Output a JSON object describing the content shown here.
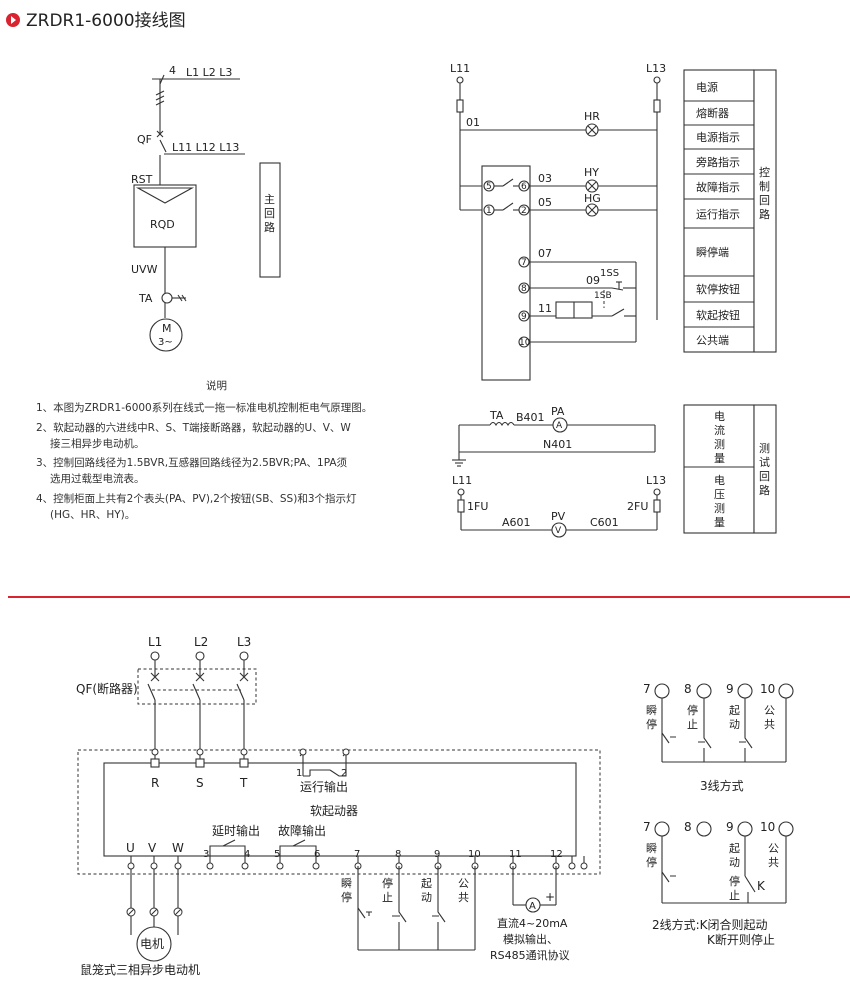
{
  "header": {
    "title": "ZRDR1-6000接线图",
    "accent": "#d9232e"
  },
  "main_circuit": {
    "top_num": "4",
    "top_lines": "L1 L2 L3",
    "qf": "QF",
    "qf_out": "L11 L12 L13",
    "rst": "RST",
    "rqd": "RQD",
    "uvw": "UVW",
    "ta": "TA",
    "motor": "M",
    "motor_sub": "3~",
    "label_chars": [
      "主",
      "回",
      "路"
    ]
  },
  "control_circuit": {
    "l11": "L11",
    "l13": "L13",
    "n01": "01",
    "hr": "HR",
    "hy": "HY",
    "hg": "HG",
    "n03": "03",
    "n05": "05",
    "n07": "07",
    "n09": "09",
    "n11": "11",
    "s1ss": "1SS",
    "s1sb": "1SB",
    "terms": [
      "5",
      "6",
      "1",
      "2",
      "7",
      "8",
      "9",
      "10"
    ],
    "legend": [
      "电源",
      "熔断器",
      "电源指示",
      "旁路指示",
      "故障指示",
      "运行指示",
      "瞬停端",
      "软停按钮",
      "软起按钮",
      "公共端"
    ],
    "side_chars": [
      "控",
      "制",
      "回",
      "路"
    ]
  },
  "measure_circuit": {
    "ta": "TA",
    "b401": "B401",
    "pa": "PA",
    "ammeter": "A",
    "n401": "N401",
    "l11": "L11",
    "l13": "L13",
    "fu1": "1FU",
    "fu2": "2FU",
    "a601": "A601",
    "pv": "PV",
    "voltmeter": "V",
    "c601": "C601",
    "legend1": [
      "电",
      "流",
      "测",
      "量"
    ],
    "legend2": [
      "电",
      "压",
      "测",
      "量"
    ],
    "side_chars": [
      "测",
      "试",
      "回",
      "路"
    ]
  },
  "notes": {
    "heading": "说明",
    "items": [
      {
        "line1": "1、本图为ZRDR1-6000系列在线式一拖一标准电机控制柜电气原理图。",
        "line2": ""
      },
      {
        "line1": "2、软起动器的六进线中R、S、T端接断路器，软起动器的U、V、W",
        "line2": "接三相异步电动机。"
      },
      {
        "line1": "3、控制回路线径为1.5BVR,互感器回路线径为2.5BVR;PA、1PA须",
        "line2": "选用过载型电流表。"
      },
      {
        "line1": "4、控制柜面上共有2个表头(PA、PV),2个按钮(SB、SS)和3个指示灯",
        "line2": "(HG、HR、HY)。"
      }
    ]
  },
  "wiring": {
    "l1": "L1",
    "l2": "L2",
    "l3": "L3",
    "qf": "QF(断路器)",
    "r": "R",
    "s": "S",
    "t": "T",
    "t1": "1",
    "t2": "2",
    "run_out": "运行输出",
    "soft_starter": "软起动器",
    "delay_out": "延时输出",
    "fault_out": "故障输出",
    "u": "U",
    "v": "V",
    "w": "W",
    "nums_bottom": [
      "3",
      "4",
      "5",
      "6",
      "7",
      "8",
      "9",
      "10",
      "11",
      "12"
    ],
    "motor": "电机",
    "motor_caption": "鼠笼式三相异步电动机",
    "btn_stop_inst": [
      "瞬",
      "停"
    ],
    "btn_stop": [
      "停",
      "止"
    ],
    "btn_start": [
      "起",
      "动"
    ],
    "btn_common": [
      "公",
      "共"
    ],
    "ammeter": "A",
    "plus": "+",
    "analog1": "直流4~20mA",
    "analog2": "模拟输出、",
    "analog3": "RS485通讯协议"
  },
  "three_wire": {
    "nums": [
      "7",
      "8",
      "9",
      "10"
    ],
    "c7": [
      "瞬",
      "停"
    ],
    "c8": [
      "停",
      "止"
    ],
    "c9": [
      "起",
      "动"
    ],
    "c10": [
      "公",
      "共"
    ],
    "caption": "3线方式"
  },
  "two_wire": {
    "nums": [
      "7",
      "8",
      "9",
      "10"
    ],
    "c7": [
      "瞬",
      "停"
    ],
    "c9": [
      "起",
      "动"
    ],
    "c10": [
      "公",
      "共"
    ],
    "sw": [
      "停",
      "止"
    ],
    "k": "K",
    "caption1": "2线方式:K闭合则起动",
    "caption2": "K断开则停止"
  }
}
